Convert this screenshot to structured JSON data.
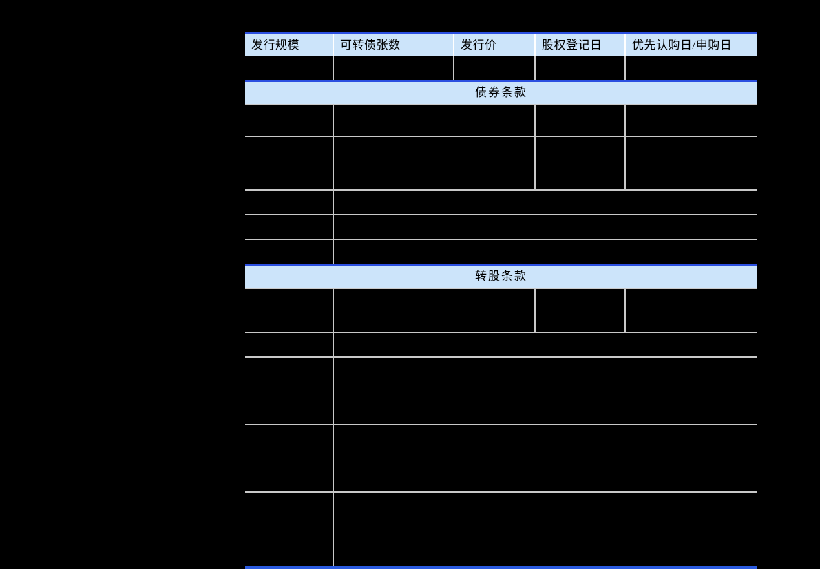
{
  "document": {
    "background_color": "#000000",
    "table_border_color": "#2B5BE0",
    "grid_color": "#C8C8C8",
    "header_fill": "#CCE4FA"
  },
  "table": {
    "columns": [
      {
        "key": "issue_scale",
        "label": "发行规模",
        "width": 128
      },
      {
        "key": "bond_count",
        "label": "可转债张数",
        "width": 175
      },
      {
        "key": "issue_price",
        "label": "发行价",
        "width": 118
      },
      {
        "key": "record_date",
        "label": "股权登记日",
        "width": 131
      },
      {
        "key": "priority_date",
        "label": "优先认购日/申购日",
        "width": 192
      }
    ],
    "top_values": {
      "issue_scale": "",
      "bond_count": "",
      "issue_price": "",
      "record_date": "",
      "priority_date": ""
    },
    "sections": [
      {
        "id": "bond-terms",
        "title": "债券条款",
        "rows": [
          {
            "id": "bond-row-1",
            "layout": "four",
            "cells": [
              "",
              "",
              "",
              ""
            ]
          },
          {
            "id": "bond-row-2",
            "layout": "four",
            "cells": [
              "",
              "",
              "",
              ""
            ]
          },
          {
            "id": "bond-row-3",
            "layout": "two",
            "cells": [
              "",
              ""
            ]
          },
          {
            "id": "bond-row-4",
            "layout": "two",
            "cells": [
              "",
              ""
            ]
          },
          {
            "id": "bond-row-5",
            "layout": "two",
            "cells": [
              "",
              ""
            ]
          }
        ]
      },
      {
        "id": "conversion-terms",
        "title": "转股条款",
        "rows": [
          {
            "id": "conv-row-1",
            "layout": "four-b",
            "cells": [
              "",
              "",
              "",
              ""
            ]
          },
          {
            "id": "conv-row-2",
            "layout": "two",
            "cells": [
              "",
              ""
            ]
          },
          {
            "id": "conv-row-3",
            "layout": "two",
            "cells": [
              "",
              ""
            ]
          },
          {
            "id": "conv-row-4",
            "layout": "two",
            "cells": [
              "",
              ""
            ]
          },
          {
            "id": "conv-row-5",
            "layout": "two",
            "cells": [
              "",
              ""
            ]
          },
          {
            "id": "conv-row-6",
            "layout": "two",
            "cells": [
              "",
              ""
            ]
          }
        ]
      }
    ]
  }
}
